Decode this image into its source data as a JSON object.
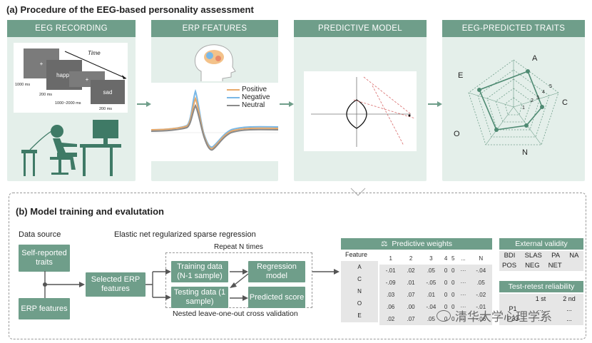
{
  "section_a": {
    "title": "(a) Procedure of the EEG-based personality assessment"
  },
  "panels": [
    {
      "header": "EEG RECORDING"
    },
    {
      "header": "ERP FEATURES"
    },
    {
      "header": "PREDICTIVE MODEL"
    },
    {
      "header": "EEG-PREDICTED TRAITS"
    }
  ],
  "eeg_recording": {
    "time_label": "Time",
    "screens": [
      "+",
      "happy",
      "+",
      "sad"
    ],
    "durations": [
      "1000 ms",
      "200 ms",
      "1000~2000 ms",
      "200 ms"
    ]
  },
  "erp_legend": [
    "Positive",
    "Negative",
    "Neutral"
  ],
  "legend_colors": {
    "Positive": "#e8a96a",
    "Negative": "#7ab8e6",
    "Neutral": "#8a8a8a"
  },
  "radar": {
    "axes": [
      "A",
      "C",
      "N",
      "O",
      "E"
    ],
    "scale": [
      "1",
      "2",
      "3",
      "4",
      "5"
    ]
  },
  "section_b": {
    "title": "(b) Model training and evalutation"
  },
  "data_source": {
    "label": "Data source",
    "self_reported": "Self-reported traits",
    "erp_features": "ERP features",
    "selected": "Selected ERP features"
  },
  "regression": {
    "title": "Elastic net regularized sparse regression",
    "repeat": "Repeat N times",
    "training": "Training data (N-1 sample)",
    "testing": "Testing data (1 sample)",
    "model": "Regression model",
    "predicted": "Predicted score",
    "footer": "Nested leave-one-out cross validation"
  },
  "weights": {
    "title": "Predictive weights",
    "feature_label": "Feature",
    "columns": [
      "1",
      "2",
      "3",
      "4",
      "5",
      "...",
      "N"
    ],
    "rows": [
      {
        "trait": "A",
        "values": [
          "-.01",
          ".02",
          ".05",
          "0",
          "0",
          "···",
          "-.04"
        ]
      },
      {
        "trait": "C",
        "values": [
          "-.09",
          ".01",
          "-.05",
          "0",
          "0",
          "···",
          ".05"
        ]
      },
      {
        "trait": "N",
        "values": [
          ".03",
          ".07",
          ".01",
          "0",
          "0",
          "···",
          "-.02"
        ]
      },
      {
        "trait": "O",
        "values": [
          ".06",
          ".00",
          "-.04",
          "0",
          "0",
          "···",
          "-.01"
        ]
      },
      {
        "trait": "E",
        "values": [
          ".02",
          ".07",
          ".05",
          "0",
          "0",
          "···",
          "-.06"
        ]
      }
    ]
  },
  "external_validity": {
    "title": "External validity",
    "items": [
      "BDI",
      "SLAS",
      "PA",
      "NA",
      "POS",
      "NEG",
      "NET"
    ]
  },
  "reliability": {
    "title": "Test-retest reliability",
    "columns": [
      "1 st",
      "2 nd"
    ],
    "rows": [
      {
        "label": "P1",
        "values": [
          "...",
          "..."
        ]
      },
      {
        "label": "P33",
        "values": [
          "...",
          "..."
        ]
      }
    ]
  },
  "watermark": "清华大学心理学系"
}
